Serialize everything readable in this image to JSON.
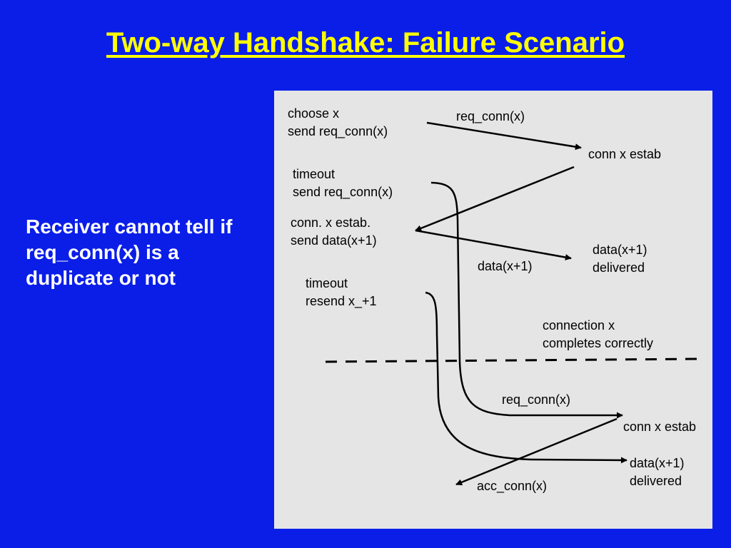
{
  "slide": {
    "title": "Two-way Handshake: Failure Scenario",
    "side_text": "Receiver cannot tell if req_conn(x) is a duplicate or not"
  },
  "diagram": {
    "labels": {
      "choose_x": "choose x\nsend req_conn(x)",
      "msg_req_conn_1": "req_conn(x)",
      "conn_estab_1": "conn x estab",
      "timeout_1": "timeout\nsend req_conn(x)",
      "conn_estab_send_data": "conn. x estab.\nsend data(x+1)",
      "msg_data_1": "data(x+1)",
      "delivered_1": "data(x+1)\ndelivered",
      "timeout_2": "timeout\nresend x_+1",
      "completes": "connection x\ncompletes correctly",
      "msg_req_conn_2": "req_conn(x)",
      "conn_estab_2": "conn x estab",
      "delivered_2": "data(x+1)\ndelivered",
      "msg_acc_conn": "acc_conn(x)"
    }
  }
}
